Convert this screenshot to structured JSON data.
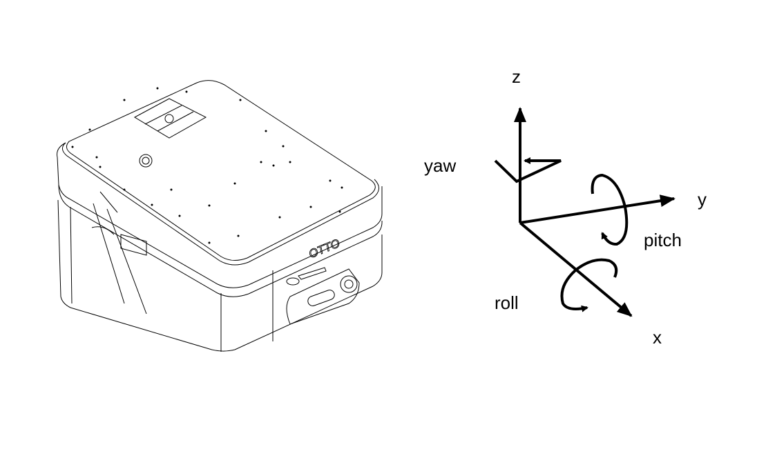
{
  "robot": {
    "logo_text": "OTTO"
  },
  "axes": {
    "z_label": "z",
    "y_label": "y",
    "x_label": "x",
    "yaw_label": "yaw",
    "pitch_label": "pitch",
    "roll_label": "roll"
  },
  "colors": {
    "line": "#000000",
    "background": "#ffffff"
  }
}
